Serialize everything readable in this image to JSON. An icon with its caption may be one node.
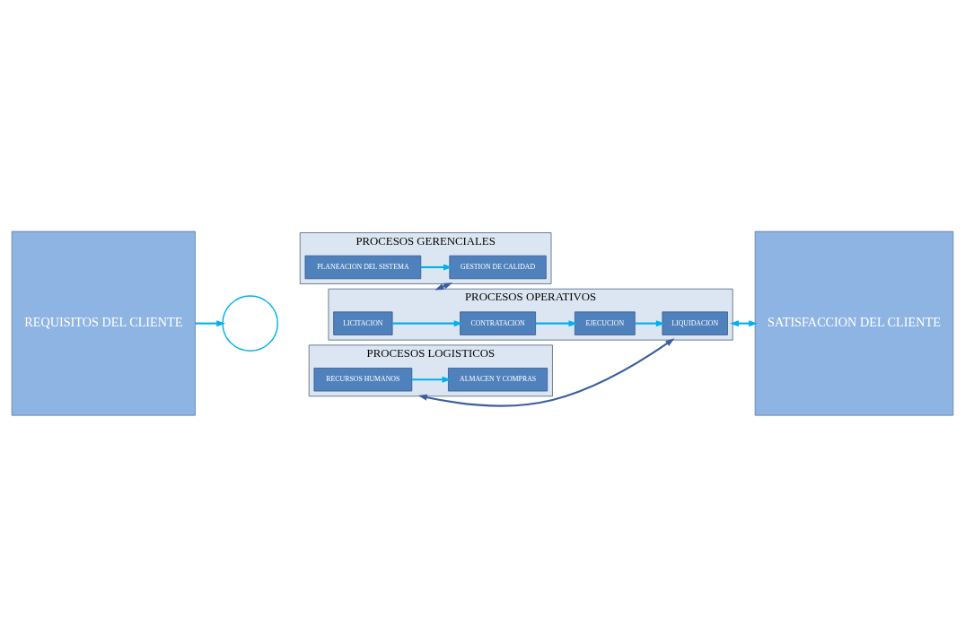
{
  "diagram": {
    "nodes": [
      {
        "text": [
          "REQUISITOS DEL CLIENTE"
        ]
      },
      {
        "text": [],
        "shape": "circle"
      },
      {
        "text": [
          "PROCESOS GERENCIALES"
        ]
      },
      {
        "text": [
          "PLANEACION DEL SISTEMA"
        ],
        "in": 2
      },
      {
        "text": [
          "GESTION DE CALIDAD"
        ],
        "in": 2
      },
      {
        "text": [
          "PROCESOS OPERATIVOS"
        ]
      },
      {
        "text": [
          "LICITACION"
        ],
        "in": 5
      },
      {
        "text": [
          "CONTRATACION"
        ],
        "in": 5
      },
      {
        "text": [
          "EJECUCION"
        ],
        "in": 5
      },
      {
        "text": [
          "LIQUIDACION"
        ],
        "in": 5
      },
      {
        "text": [
          "PROCESOS LOGISTICOS"
        ]
      },
      {
        "text": [
          "RECURSOS HUMANOS"
        ],
        "in": 10
      },
      {
        "text": [
          "ALMACEN Y COMPRAS"
        ],
        "in": 10
      },
      {
        "text": [
          "SATISFACCION DEL CLIENTE"
        ]
      }
    ],
    "edges": [
      {
        "from": 0,
        "to": 1,
        "arrow": "to"
      },
      {
        "from": 3,
        "to": 4,
        "arrow": "to"
      },
      {
        "from": 2,
        "to": 5,
        "arrow": "both",
        "color": "#3a5f9e"
      },
      {
        "from": 6,
        "to": 7,
        "arrow": "to"
      },
      {
        "from": 7,
        "to": 8,
        "arrow": "to"
      },
      {
        "from": 8,
        "to": 9,
        "arrow": "to"
      },
      {
        "from": 5,
        "to": 10,
        "arrow": "both",
        "color": "#3a5f9e"
      },
      {
        "from": 5,
        "to": 13,
        "arrow": "both"
      },
      {
        "from": 11,
        "to": 12,
        "arrow": "to"
      }
    ]
  }
}
